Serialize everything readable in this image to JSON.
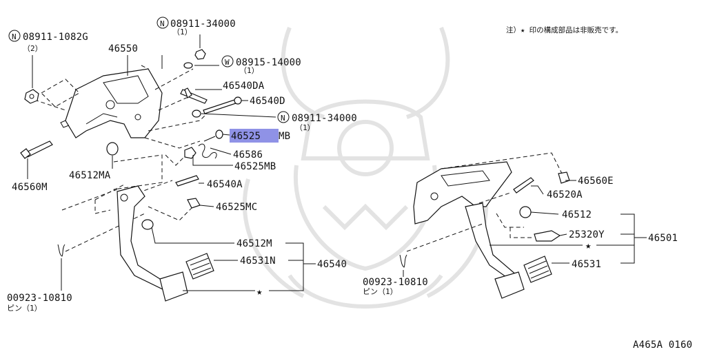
{
  "note": "注）★ 印の構成部品は非販売です。",
  "diagram_code": "A465A 0160",
  "highlight_color": "#8f92e6",
  "callouts": {
    "nut_n_08911_1082g": {
      "prefix": "N",
      "number": "08911-1082G",
      "qty": "（2）"
    },
    "nut_n_08911_34000_top": {
      "prefix": "N",
      "number": "08911-34000",
      "qty": "（1）"
    },
    "washer_w_08915_14000": {
      "prefix": "W",
      "number": "08915-14000",
      "qty": "（1）"
    },
    "nut_n_08911_34000_mid": {
      "prefix": "N",
      "number": "08911-34000",
      "qty": "（1）"
    },
    "p46550": "46550",
    "p46540DA": "46540DA",
    "p46540D": "46540D",
    "p46525MB_highlight_part": "46525",
    "p46525MB_highlight_suffix": "MB",
    "p46586": "46586",
    "p46525MB": "46525MB",
    "p46512MA": "46512MA",
    "p46560M": "46560M",
    "p46540A": "46540A",
    "p46525MC": "46525MC",
    "p46512M": "46512M",
    "p46531N": "46531N",
    "p46540": "46540",
    "star_left": "★",
    "pin_left": {
      "number": "00923-10810",
      "desc": "ピン（1）"
    },
    "pin_right": {
      "number": "00923-10810",
      "desc": "ピン（1）"
    },
    "p46560E": "46560E",
    "p46520A": "46520A",
    "p46512": "46512",
    "p25320Y": "25320Y",
    "star_right": "★",
    "p46501": "46501",
    "p46531": "46531"
  }
}
